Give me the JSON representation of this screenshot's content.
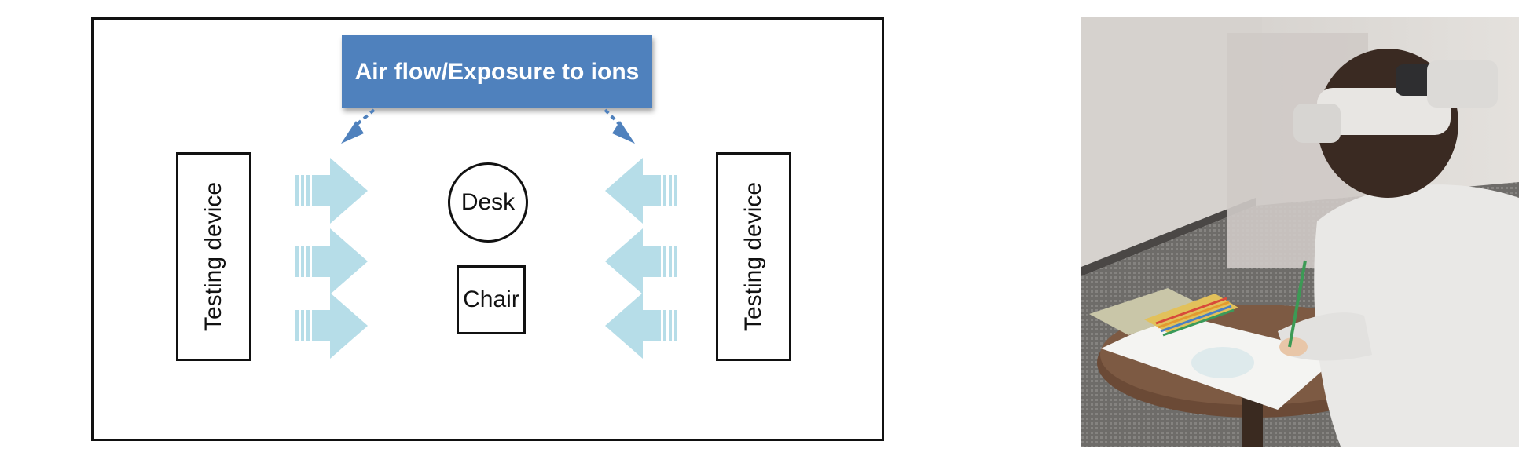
{
  "diagram": {
    "callout_label": "Air flow/Exposure to ions",
    "left_device_label": "Testing device",
    "right_device_label": "Testing device",
    "desk_label": "Desk",
    "chair_label": "Chair",
    "colors": {
      "callout": "#4f81bd",
      "airflow_arrows": "#b6dde8",
      "border": "#111111"
    }
  },
  "photo": {
    "subject": "person-wearing-head-mounted-device-coloring-at-table-icon"
  }
}
